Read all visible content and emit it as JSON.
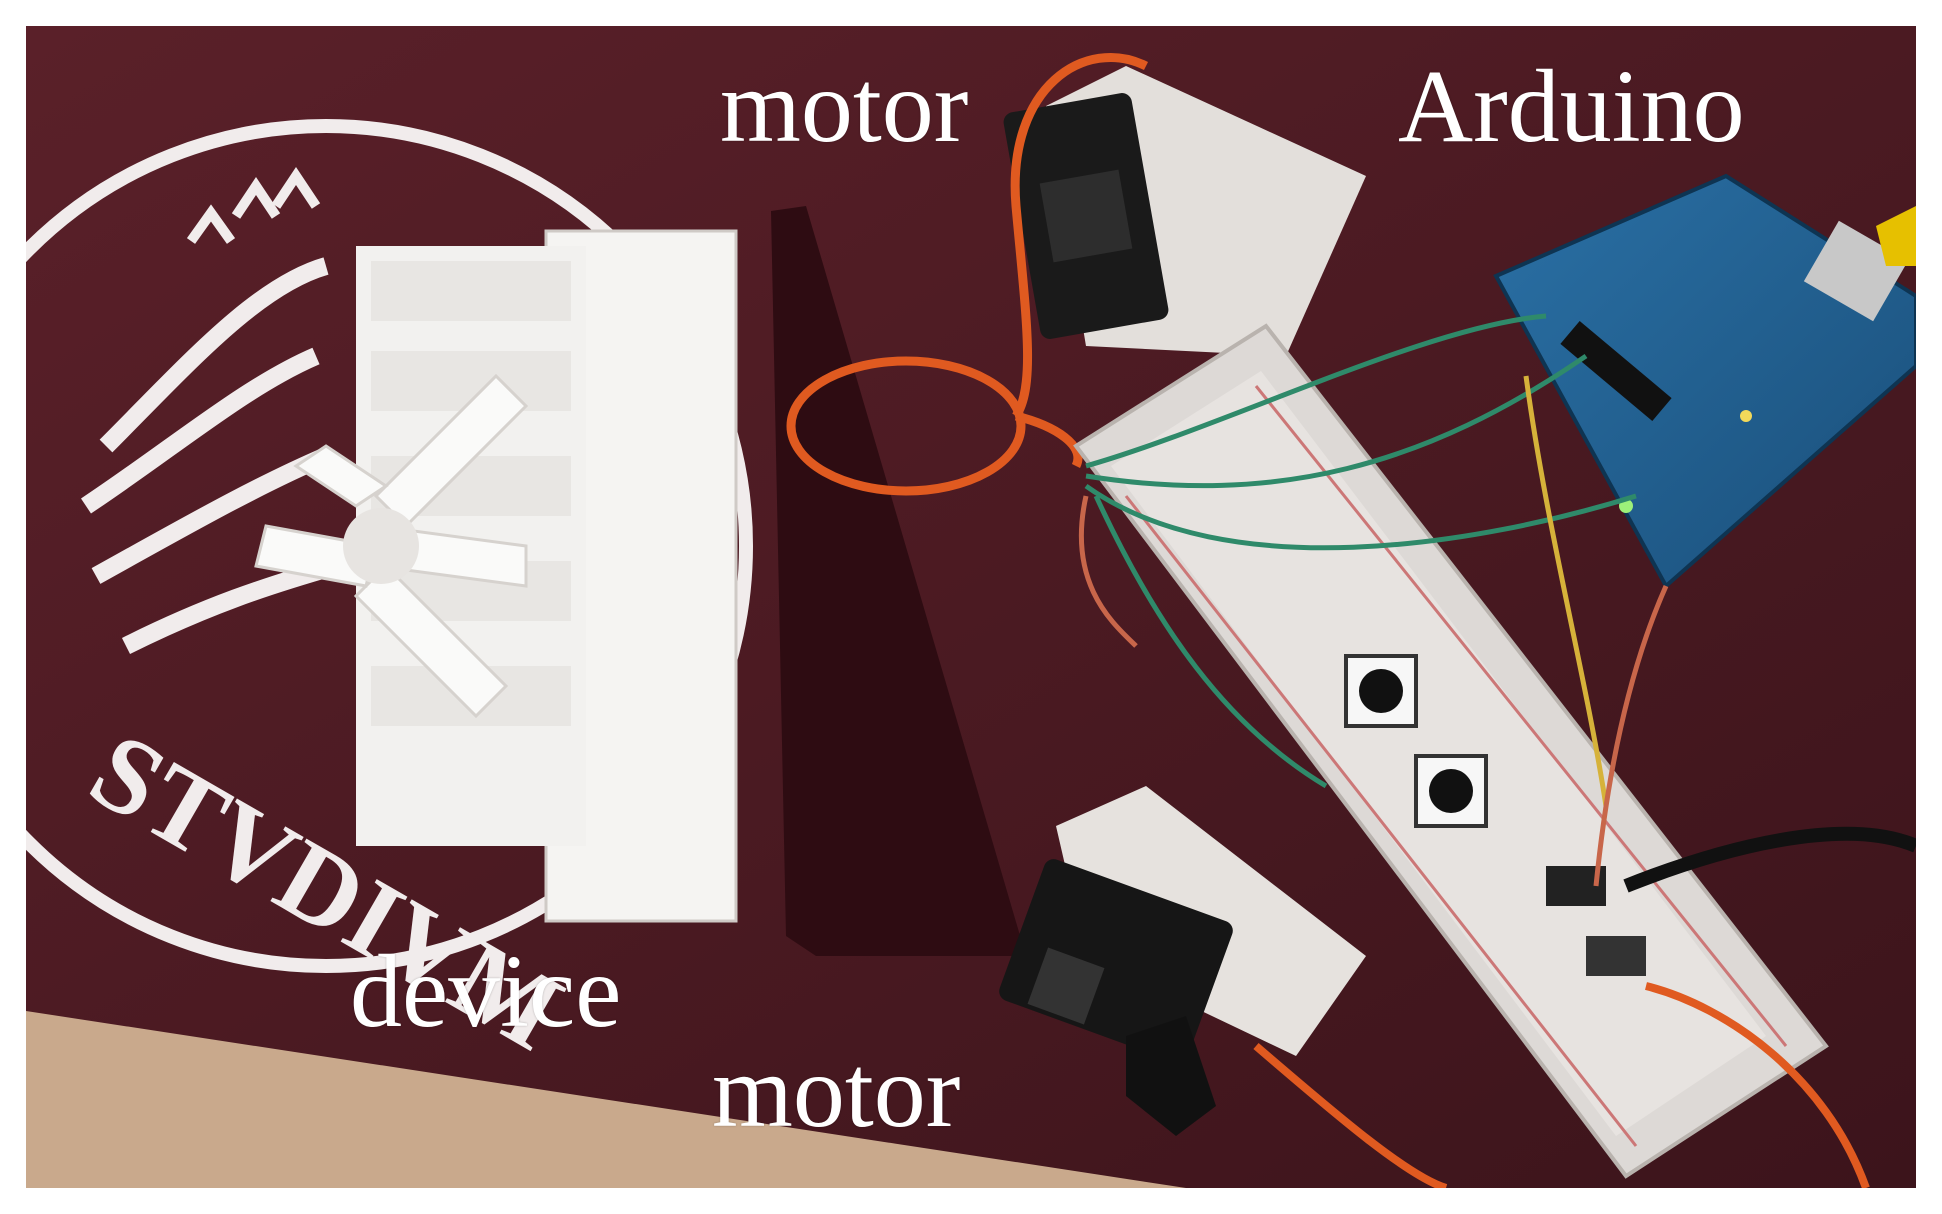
{
  "photo": {
    "seal_text": "STVDIVM",
    "colors": {
      "board": "#4a1a22",
      "floor": "#c8a88a",
      "device": "#f4f3f1",
      "arduino": "#1e5d8c",
      "breadboard": "#ddd8d4",
      "servo_wire": "#e0551e",
      "jumper": "#2f8a6a"
    }
  },
  "labels": {
    "motor_top": "motor",
    "arduino": "Arduino",
    "device": "device",
    "motor_bottom": "motor"
  }
}
